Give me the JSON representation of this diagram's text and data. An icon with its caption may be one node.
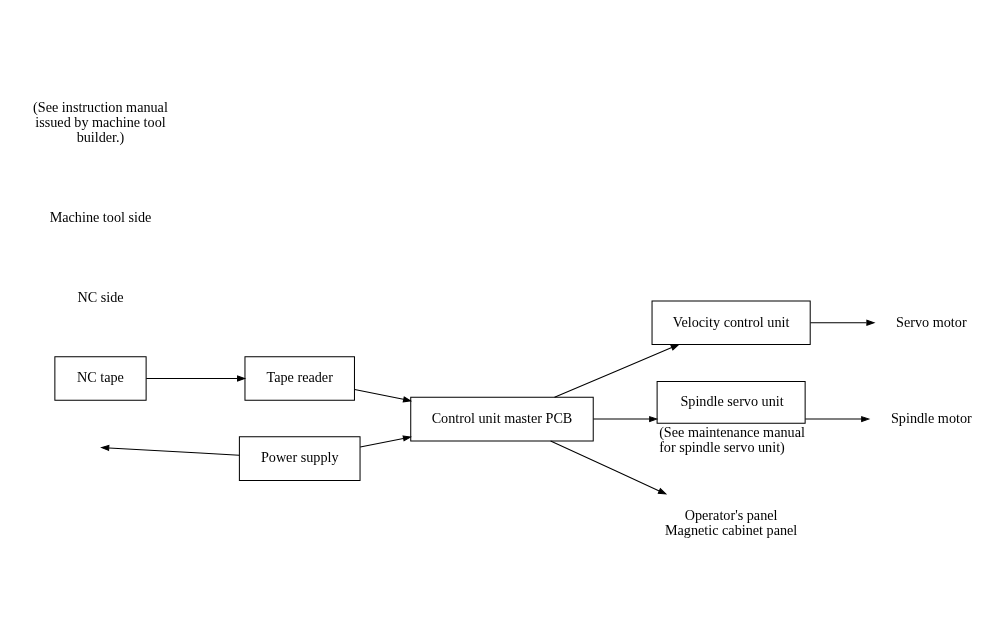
{
  "diagram": {
    "nodes": [
      {
        "text": [
          "NC tape"
        ]
      },
      {
        "text": [
          "Tape reader"
        ]
      },
      {
        "text": [
          "Control unit master PCB"
        ]
      },
      {
        "text": [
          "Power supply"
        ]
      },
      {
        "text": [
          "Velocity control unit"
        ]
      },
      {
        "text": [
          "Spindle servo unit"
        ],
        "beside": [
          "(See maintenance manual for spindle servo unit)"
        ]
      },
      {
        "text": [
          "Operator's panel",
          "Magnetic cabinet panel"
        ]
      },
      {
        "text": [
          "Servo motor"
        ]
      },
      {
        "text": [
          "Spindle motor"
        ]
      }
    ],
    "edges": [
      {
        "from": 0,
        "to": 1,
        "arrow": "to"
      },
      {
        "from": 1,
        "to": 2,
        "arrow": "to"
      },
      {
        "from": 3,
        "to": 2,
        "arrow": "to"
      },
      {
        "from": 3,
        "to": null,
        "arrow": "to"
      },
      {
        "from": 2,
        "to": 6,
        "arrow": "to"
      },
      {
        "from": 2,
        "to": 4,
        "arrow": "to"
      },
      {
        "from": 2,
        "to": 5,
        "arrow": "to"
      },
      {
        "from": 4,
        "to": 7,
        "arrow": "to"
      },
      {
        "from": 5,
        "to": 8,
        "arrow": "to"
      }
    ],
    "labels": [
      "NC side",
      "Machine tool side",
      "(See instruction manual issued by machine tool builder.)"
    ]
  }
}
